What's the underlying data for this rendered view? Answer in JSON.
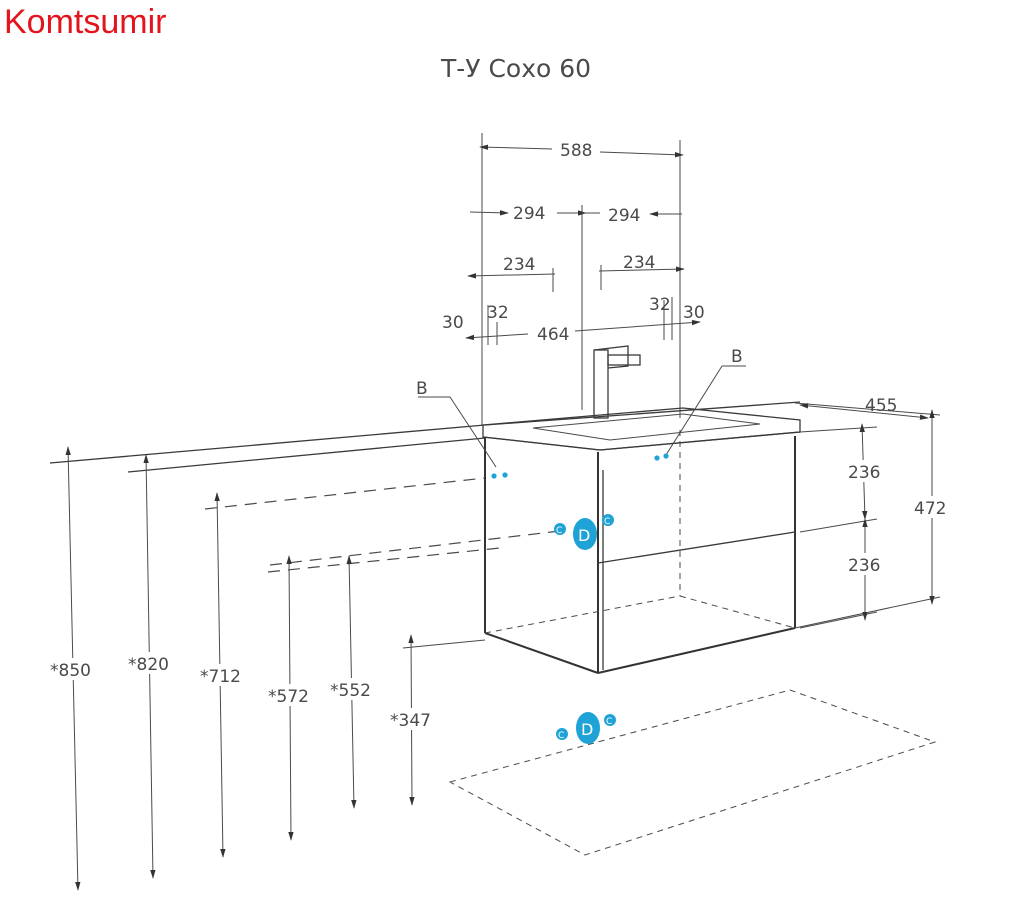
{
  "brand": {
    "text": "Komtsumir",
    "color": "#e3141b"
  },
  "title": "Т-У Соxо 60",
  "accent_color": "#1fa3d6",
  "dimensions": {
    "overall_width": "588",
    "half_left": "294",
    "half_right": "294",
    "inner_left": "234",
    "inner_right": "234",
    "edge_left": "30",
    "edge_right": "30",
    "hole_left": "32",
    "hole_right": "32",
    "center_span": "464",
    "depth": "455",
    "drawer_top": "236",
    "drawer_bottom": "236",
    "total_height": "472",
    "h850": "*850",
    "h820": "*820",
    "h712": "*712",
    "h572": "*572",
    "h552": "*552",
    "h347": "*347"
  },
  "markers": {
    "b_left": "B",
    "b_right": "B",
    "d_wall": "D",
    "c_wall_left": "C",
    "c_wall_right": "C",
    "d_floor": "D",
    "c_floor_left": "C",
    "c_floor_right": "C"
  }
}
